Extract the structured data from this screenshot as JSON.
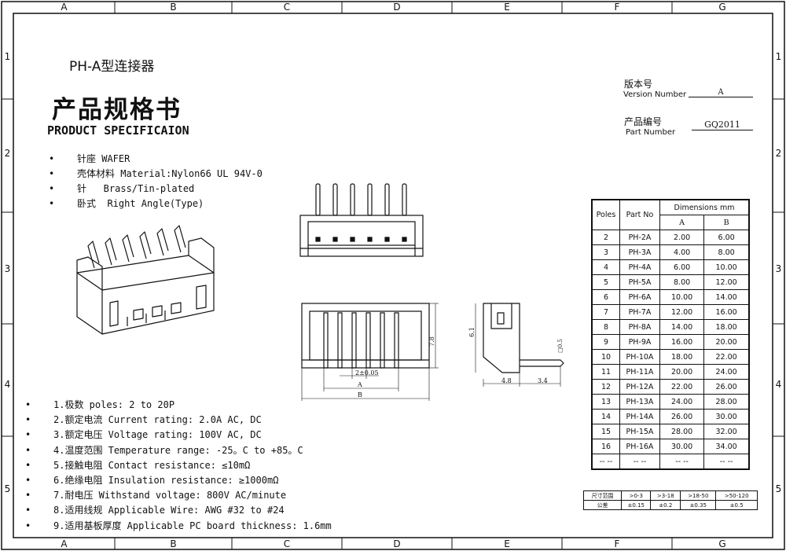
{
  "grid": {
    "columns": [
      "A",
      "B",
      "C",
      "D",
      "E",
      "F",
      "G"
    ],
    "rows": [
      "1",
      "2",
      "3",
      "4",
      "5"
    ]
  },
  "header": {
    "series": "PH-A型连接器",
    "title_cn": "产品规格书",
    "title_en": "PRODUCT SPECIFICAION"
  },
  "version": {
    "label_cn": "版本号",
    "label_en": "Version Number",
    "value": "A"
  },
  "part": {
    "label_cn": "产品编号",
    "label_en": "Part Number",
    "value": "GQ2011"
  },
  "features": [
    "针座 WAFER",
    "壳体材料 Material:Nylon66 UL 94V-0",
    "针   Brass/Tin-plated",
    "卧式  Right Angle(Type)"
  ],
  "specs": [
    "1.极数 poles: 2 to 20P",
    "2.额定电流 Current rating: 2.0A AC, DC",
    "3.额定电压 Voltage rating: 100V AC, DC",
    "4.温度范围 Temperature range: -25。C to +85。C",
    "5.接触电阻 Contact resistance: ≤10mΩ",
    "6.绝缘电阻 Insulation resistance: ≥1000mΩ",
    "7.耐电压 Withstand voltage: 800V AC/minute",
    "8.适用线规 Applicable Wire: AWG #32 to #24",
    "9.适用基板厚度 Applicable PC board thickness: 1.6mm"
  ],
  "drawing": {
    "dim_pitch": "2±0.05",
    "dim_a": "A",
    "dim_b": "B",
    "dim_height": "7.8",
    "dim_side_h": "6.1",
    "dim_pin": "□0.5",
    "dim_depth": "4.8",
    "dim_tail": "3.4"
  },
  "dim_table": {
    "headers": {
      "poles": "Poles",
      "part": "Part No",
      "dims": "Dimensions mm",
      "a": "A",
      "b": "B"
    },
    "rows": [
      [
        "2",
        "PH-2A",
        "2.00",
        "6.00"
      ],
      [
        "3",
        "PH-3A",
        "4.00",
        "8.00"
      ],
      [
        "4",
        "PH-4A",
        "6.00",
        "10.00"
      ],
      [
        "5",
        "PH-5A",
        "8.00",
        "12.00"
      ],
      [
        "6",
        "PH-6A",
        "10.00",
        "14.00"
      ],
      [
        "7",
        "PH-7A",
        "12.00",
        "16.00"
      ],
      [
        "8",
        "PH-8A",
        "14.00",
        "18.00"
      ],
      [
        "9",
        "PH-9A",
        "16.00",
        "20.00"
      ],
      [
        "10",
        "PH-10A",
        "18.00",
        "22.00"
      ],
      [
        "11",
        "PH-11A",
        "20.00",
        "24.00"
      ],
      [
        "12",
        "PH-12A",
        "22.00",
        "26.00"
      ],
      [
        "13",
        "PH-13A",
        "24.00",
        "28.00"
      ],
      [
        "14",
        "PH-14A",
        "26.00",
        "30.00"
      ],
      [
        "15",
        "PH-15A",
        "28.00",
        "32.00"
      ],
      [
        "16",
        "PH-16A",
        "30.00",
        "34.00"
      ],
      [
        "-- --",
        "-- --",
        "-- --",
        "-- --"
      ]
    ]
  },
  "tolerance": {
    "row1": [
      "尺寸范围",
      ">0-3",
      ">3-18",
      ">18-50",
      ">50-120"
    ],
    "row2": [
      "公差",
      "±0.15",
      "±0.2",
      "±0.35",
      "±0.5"
    ]
  }
}
